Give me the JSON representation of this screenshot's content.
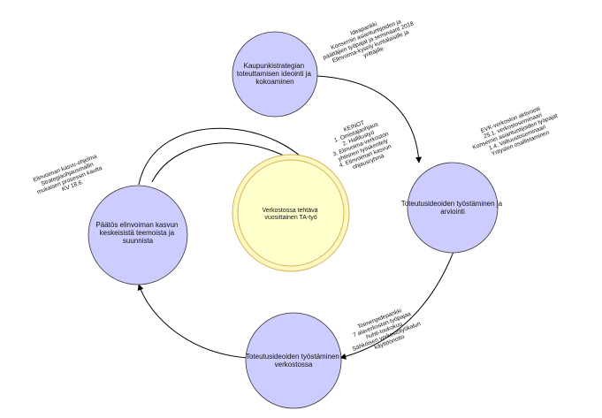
{
  "colors": {
    "process_node_fill": "#ccccff",
    "process_node_stroke": "#333333",
    "center_outer_fill": "#fff7c2",
    "center_inner_fill": "#ffffcc",
    "center_stroke": "#d6b656",
    "arrow_color": "#000000"
  },
  "nodes": {
    "ideation": [
      "Kaupunkistrategian",
      "toteuttamisen ideointi ja",
      "kokoaminen"
    ],
    "evaluation": [
      "Toteutusideoiden työstäminen ja",
      "arviointi"
    ],
    "network_work": [
      "Toteutusideoiden työstäminen",
      "verkostossa"
    ],
    "decision": [
      "Päätös elinvoiman kasvun",
      "keskeisistä teemoista ja",
      "suunnista"
    ],
    "center": [
      "Verkostossa tehtävä",
      "vuosittainen TA-työ"
    ]
  },
  "notes": {
    "ideation_note": [
      "Ideapankki",
      "Konsernin asiantuntijoiden ja",
      "päättäjien työpajat ja seminaarit 2018",
      "Elinvoima-kysely kuntalaisille ja",
      "yrittäjille"
    ],
    "evaluation_note": [
      "EVK-verkoston aktivointi",
      "25.1. verkostoseminaari",
      "Konsernin asiantuntijoiden työpajat",
      "1.4. Valtuustoseminaari",
      "Yritysten osallistaminen"
    ],
    "network_note": [
      "Toimenpidepankki",
      "7 alaverkoston työpajaa",
      "huhti-toukokuu",
      "Sähköisen verkostotyökalun",
      "käyttöönotto"
    ],
    "decision_note": [
      "Elinvoiman kasvu-ohjelma",
      "Strategiaohjausmallin",
      "mukaisen prosessin kautta",
      "KV 18.6."
    ],
    "keinot_note": [
      "KEINOT",
      "1. Omistajaohjaus",
      "2. Hallitustyö",
      "3. Elinvoima-verkoston",
      "yhteinen työskentely",
      "4. Elinvoiman kasvun",
      "ohjausryhmä"
    ]
  }
}
